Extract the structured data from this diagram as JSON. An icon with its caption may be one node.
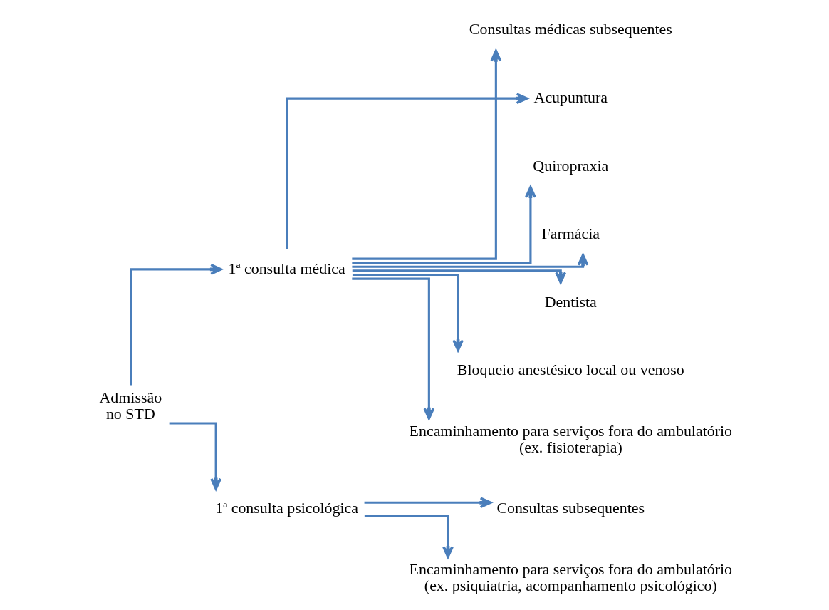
{
  "diagram": {
    "nodes": [
      {
        "text": [
          "Admissão no STD"
        ]
      },
      {
        "text": [
          "1ª consulta médica"
        ]
      },
      {
        "text": [
          "1ª consulta psicológica"
        ]
      },
      {
        "text": [
          "Consultas médicas subsequentes"
        ]
      },
      {
        "text": [
          "Acupuntura"
        ]
      },
      {
        "text": [
          "Quiropraxia"
        ]
      },
      {
        "text": [
          "Farmácia"
        ]
      },
      {
        "text": [
          "Dentista"
        ]
      },
      {
        "text": [
          "Bloqueio anestésico local ou venoso"
        ]
      },
      {
        "text": [
          "Encaminhamento para serviços fora do ambulatório (ex. fisioterapia)"
        ]
      },
      {
        "text": [
          "Consultas subsequentes"
        ]
      },
      {
        "text": [
          "Encaminhamento para serviços fora do ambulatório (ex. psiquiatria, acompanhamento psicológico)"
        ]
      }
    ],
    "edges": [
      {
        "from": 0,
        "to": 1,
        "arrow": "to"
      },
      {
        "from": 0,
        "to": 2,
        "arrow": "to"
      },
      {
        "from": 1,
        "to": 3,
        "arrow": "to"
      },
      {
        "from": 1,
        "to": 4,
        "arrow": "to"
      },
      {
        "from": 1,
        "to": 5,
        "arrow": "to"
      },
      {
        "from": 1,
        "to": 6,
        "arrow": "to"
      },
      {
        "from": 1,
        "to": 7,
        "arrow": "to"
      },
      {
        "from": 1,
        "to": 8,
        "arrow": "to"
      },
      {
        "from": 1,
        "to": 9,
        "arrow": "to"
      },
      {
        "from": 2,
        "to": 10,
        "arrow": "to"
      },
      {
        "from": 2,
        "to": 11,
        "arrow": "to"
      }
    ]
  }
}
